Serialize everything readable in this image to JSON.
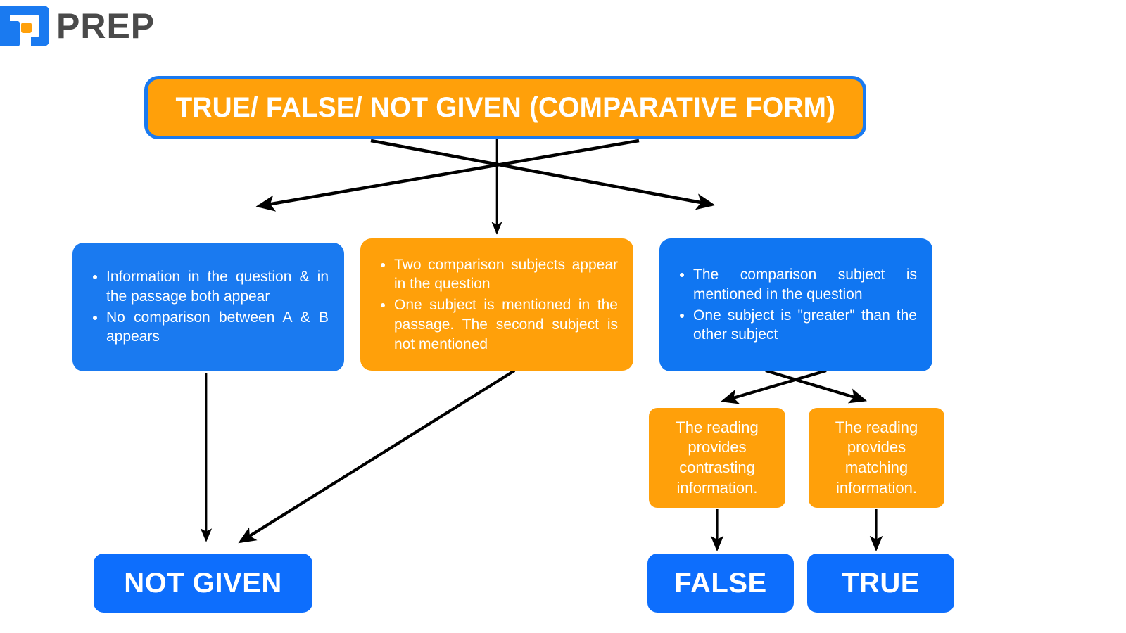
{
  "brand": {
    "name": "PREP",
    "logo_icon": "prep-logo-icon",
    "logo_blue": "#1a7af0",
    "logo_orange": "#FFA00A",
    "wordmark_color": "#4a4a4a"
  },
  "colors": {
    "blue": "#1a7af0",
    "orange": "#FFA00A",
    "result_blue": "#0d6efd",
    "text_white": "#ffffff",
    "connector_black": "#000000",
    "background": "#ffffff"
  },
  "diagram": {
    "title": "TRUE/ FALSE/ NOT GIVEN (COMPARATIVE FORM)",
    "criteria": {
      "not_given": {
        "bullets": [
          "Information in the question & in the passage both appear",
          "No comparison between A & B appears"
        ]
      },
      "middle": {
        "bullets": [
          "Two comparison subjects appear in the question",
          "One subject is mentioned in the passage. The second subject is not mentioned"
        ]
      },
      "right": {
        "bullets": [
          "The comparison subject is mentioned in the question",
          "One subject is \"greater\" than the other subject"
        ]
      }
    },
    "reading_outcomes": {
      "contrasting": "The reading provides contrasting information.",
      "matching": "The reading provides matching information."
    },
    "results": {
      "not_given": "NOT GIVEN",
      "false": "FALSE",
      "true": "TRUE"
    }
  }
}
